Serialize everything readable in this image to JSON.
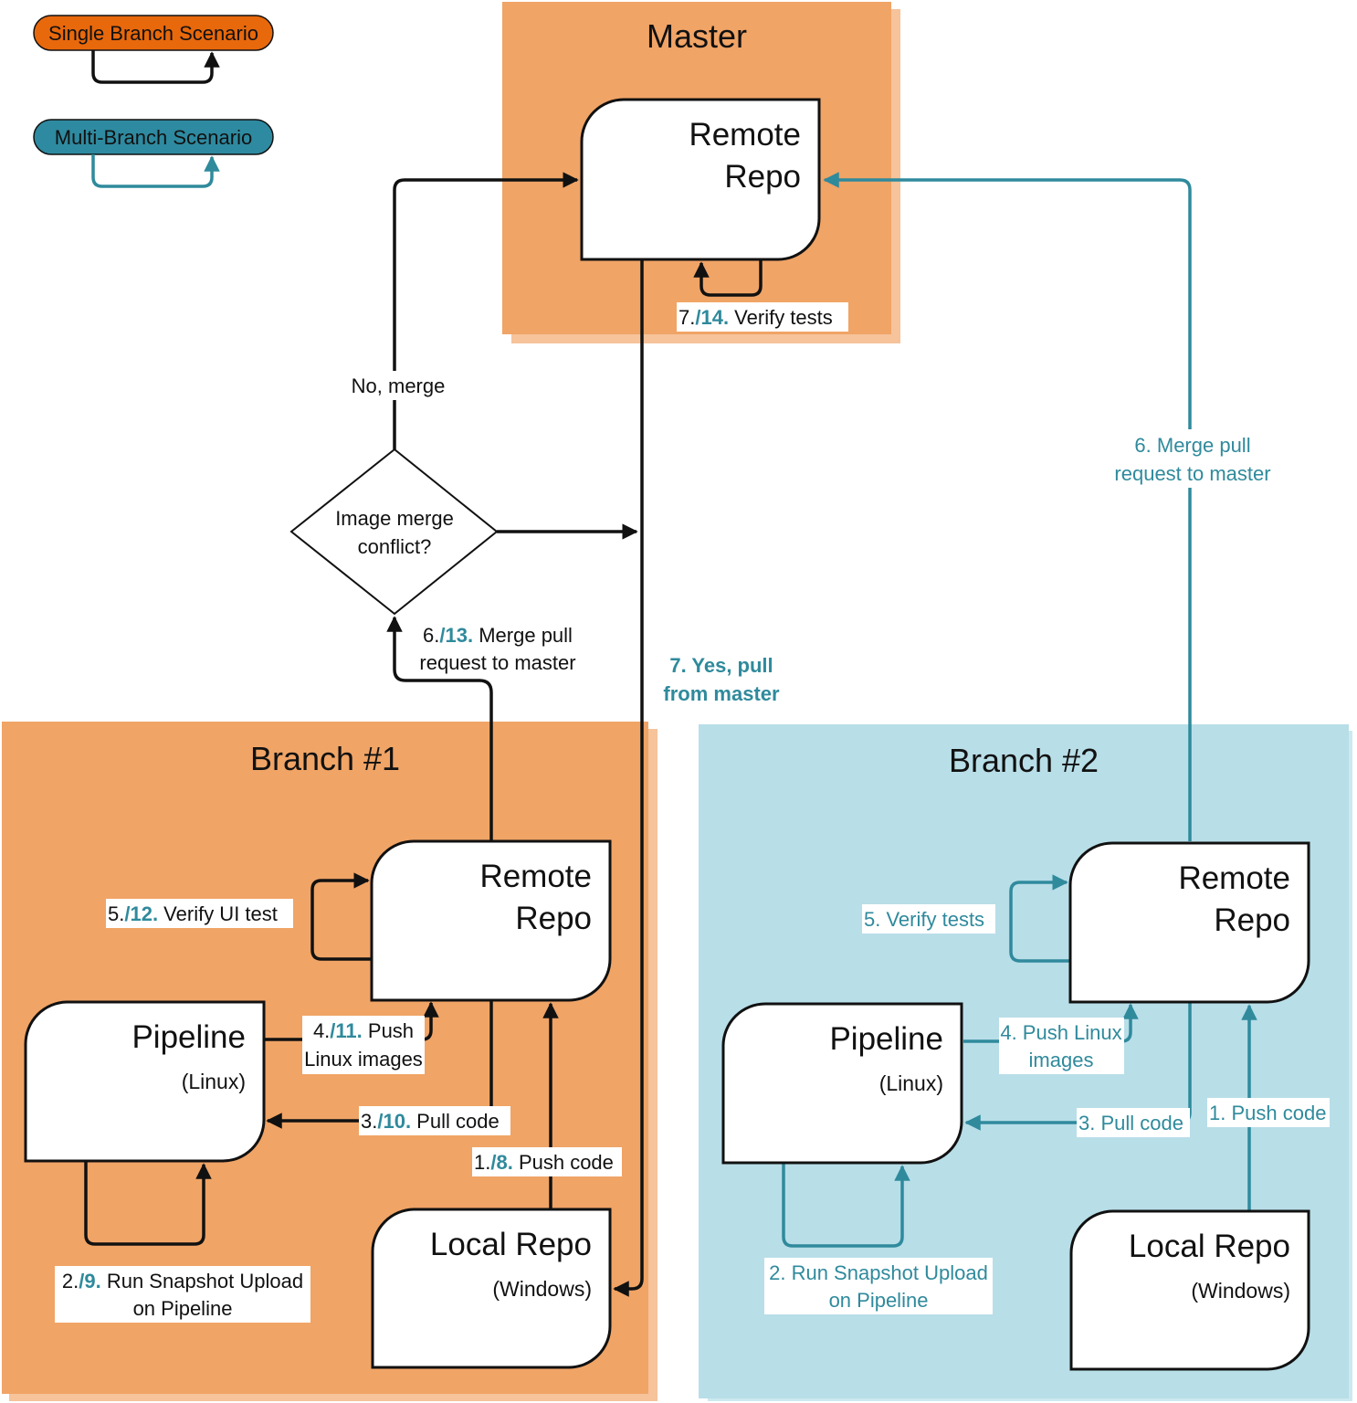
{
  "legend": {
    "single": "Single Branch Scenario",
    "multi": "Multi-Branch Scenario"
  },
  "colors": {
    "orange": "#f0a466",
    "orange_edge": "#f6c39b",
    "blue": "#b8dee8",
    "blue_edge": "#cde8f0",
    "teal": "#2f8a9c",
    "legend_single": "#e8680c",
    "legend_multi": "#2e8aa0"
  },
  "master": {
    "title": "Master",
    "remote_line1": "Remote",
    "remote_line2": "Repo",
    "verify_a": "7.",
    "verify_b": "/14.",
    "verify_c": " Verify tests"
  },
  "decision": {
    "line1": "Image merge",
    "line2": "conflict?",
    "no": "No, merge",
    "yes_line1": "7. Yes, pull",
    "yes_line2": "from master"
  },
  "merge1": {
    "a": "6.",
    "b": "/13.",
    "c": " Merge pull",
    "line2": "request to master"
  },
  "branch1": {
    "title": "Branch #1",
    "remote_line1": "Remote",
    "remote_line2": "Repo",
    "pipeline": "Pipeline",
    "pipeline_sub": "(Linux)",
    "local": "Local Repo",
    "local_sub": "(Windows)",
    "verify": {
      "a": "5.",
      "b": "/12.",
      "c": " Verify UI test"
    },
    "push_images": {
      "a": "4.",
      "b": "/11.",
      "c": " Push",
      "line2": "Linux images"
    },
    "pull": {
      "a": "3.",
      "b": "/10.",
      "c": " Pull code"
    },
    "push_code": {
      "a": "1.",
      "b": "/8.",
      "c": " Push code"
    },
    "snapshot": {
      "a": "2.",
      "b": "/9.",
      "c": " Run Snapshot Upload",
      "line2": "on Pipeline"
    }
  },
  "branch2": {
    "title": "Branch #2",
    "remote_line1": "Remote",
    "remote_line2": "Repo",
    "pipeline": "Pipeline",
    "pipeline_sub": "(Linux)",
    "local": "Local Repo",
    "local_sub": "(Windows)",
    "verify": "5. Verify tests",
    "push_images_line1": "4. Push Linux",
    "push_images_line2": "images",
    "pull": "3. Pull code",
    "push_code": "1. Push code",
    "snapshot_line1": "2. Run Snapshot Upload",
    "snapshot_line2": "on Pipeline",
    "merge_line1": "6. Merge pull",
    "merge_line2": "request to master"
  }
}
